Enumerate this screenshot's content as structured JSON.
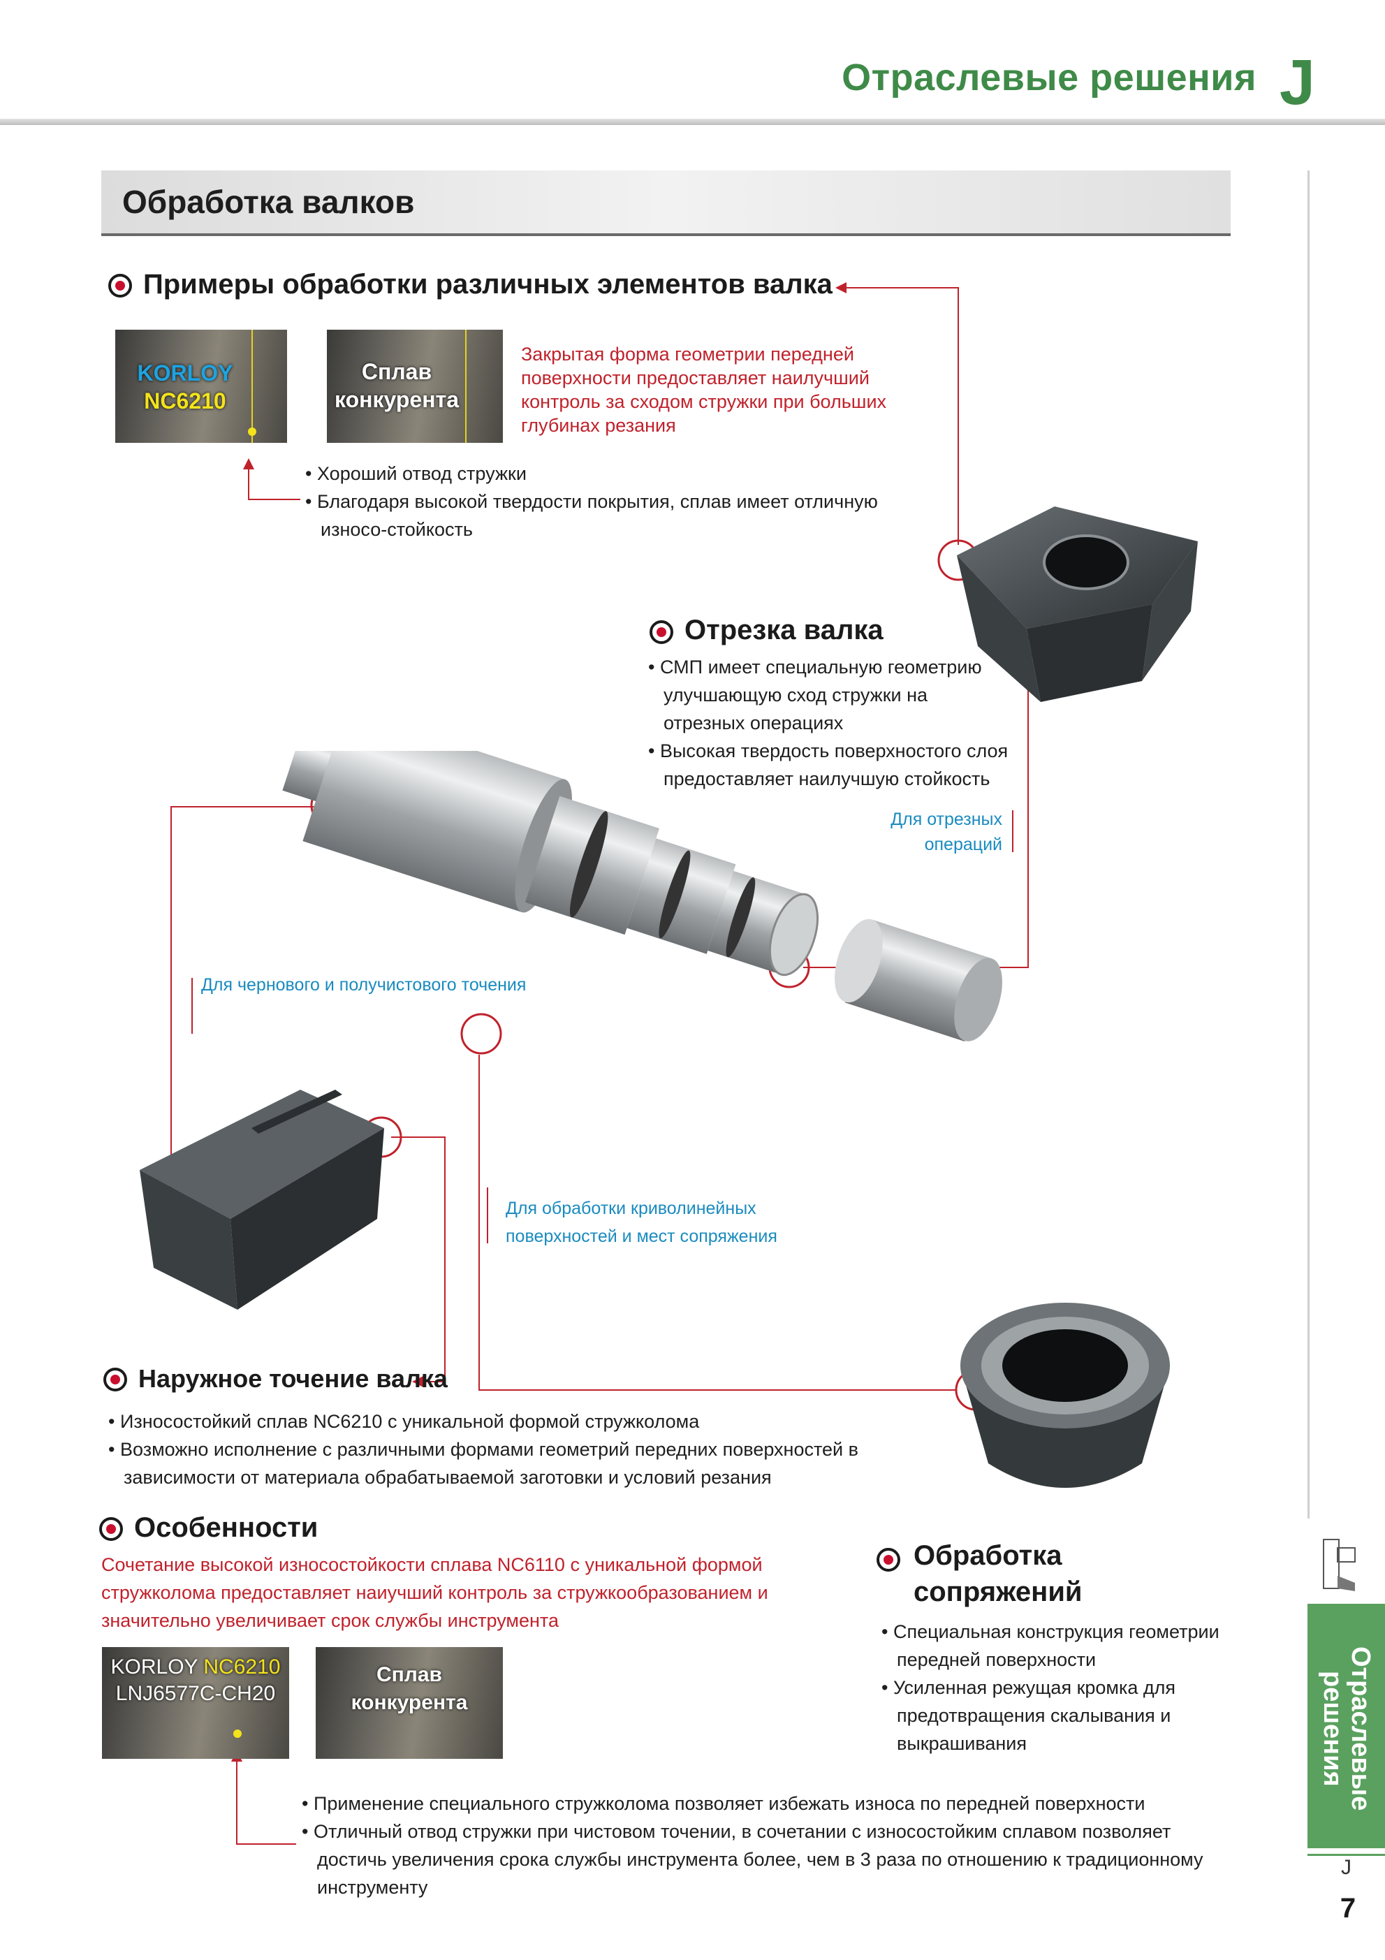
{
  "header": {
    "title": "Отраслевые решения",
    "letter": "J"
  },
  "section": {
    "title": "Обработка валков"
  },
  "examples": {
    "heading": "Примеры обработки различных элементов валка",
    "photo1": {
      "brand": "KORLOY",
      "grade": "NC6210"
    },
    "photo2": {
      "label": "Сплав конкурента"
    },
    "red_note": "Закрытая форма геометрии передней поверхности предоставляет наилучший контроль за сходом стружки при больших глубинах резания",
    "bullets": [
      "Хороший отвод стружки",
      "Благодаря высокой твердости покрытия, сплав имеет отличную износо-стойкость"
    ]
  },
  "cutoff": {
    "heading": "Отрезка валка",
    "bullets": [
      "СМП имеет специальную геометрию улучшающую сход стружки на отрезных операциях",
      "Высокая твердость поверхностого слоя предоставляет наилучшую стойкость"
    ],
    "tag": "Для отрезных операций"
  },
  "labels": {
    "roughing": "Для чернового и получистового точения",
    "curved": "Для обработки криволинейных поверхностей и мест сопряжения"
  },
  "outer": {
    "heading": "Наружное точение валка",
    "bullets": [
      "Износостойкий сплав NC6210 с уникальной формой стружколома",
      "Возможно исполнение с различными формами геометрий передних поверхностей в зависимости от материала обрабатываемой заготовки и условий резания"
    ]
  },
  "features": {
    "heading": "Особенности",
    "red_note": "Сочетание высокой износостойкости сплава NC6110 с уникальной формой стружколома предоставляет наиучший контроль за стружкообразованием и значительно увеличивает срок службы инструмента",
    "photo1": {
      "brand": "KORLOY",
      "grade": "NC6210",
      "code": "LNJ6577C-CH20"
    },
    "photo2": {
      "label": "Сплав конкурента"
    },
    "bullets": [
      "Применение специального стружколома позволяет избежать износа по передней поверхности",
      "Отличный отвод стружки при чистовом точении, в сочетании с износостойким сплавом позволяет достичь увеличения срока службы инструмента более, чем в 3 раза по отношению к традиционному инструменту"
    ]
  },
  "fillet": {
    "heading_line1": "Обработка",
    "heading_line2": "сопряжений",
    "bullets": [
      "Специальная конструкция геометрии передней поверхности",
      "Усиленная режущая кромка для предотвращения скалывания и выкрашивания"
    ]
  },
  "sidebar": {
    "tab": "Отраслевые решения",
    "letter": "J",
    "page": "7"
  },
  "colors": {
    "green": "#3f8a48",
    "red": "#c0222c",
    "blue": "#1a8bbf"
  }
}
